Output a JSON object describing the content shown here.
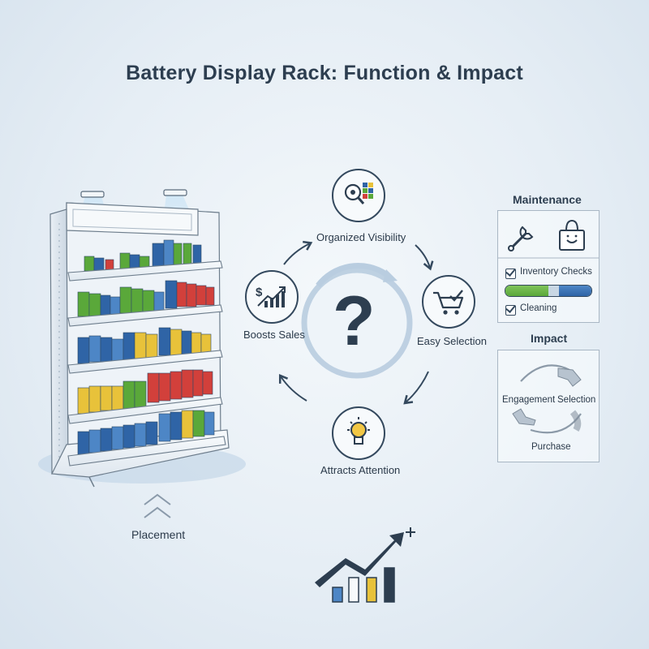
{
  "title": "Battery Display Rack: Function & Impact",
  "cycle": {
    "center_symbol": "?",
    "nodes": [
      {
        "label": "Organized Visibility",
        "icon": "magnifier-grid-icon"
      },
      {
        "label": "Easy Selection",
        "icon": "shopping-cart-check-icon"
      },
      {
        "label": "Attracts Attention",
        "icon": "lightbulb-icon"
      },
      {
        "label": "Boosts Sales",
        "icon": "sales-chart-icon"
      }
    ]
  },
  "maintenance": {
    "heading": "Maintenance",
    "icons": [
      "wrench-icon",
      "shopping-bag-icon"
    ],
    "tasks": [
      {
        "label": "Inventory Checks",
        "checked": true
      },
      {
        "label": "Cleaning",
        "checked": true
      }
    ],
    "progress_fraction": 0.5
  },
  "impact": {
    "heading": "Impact",
    "stages": [
      "Engagement",
      "Selection",
      "Purchase"
    ]
  },
  "placement": {
    "label": "Placement"
  },
  "colors": {
    "blue": "#2f64a6",
    "green": "#5aa83a",
    "yellow": "#e8c23a",
    "red": "#d2403b",
    "dark": "#2d3e50"
  }
}
